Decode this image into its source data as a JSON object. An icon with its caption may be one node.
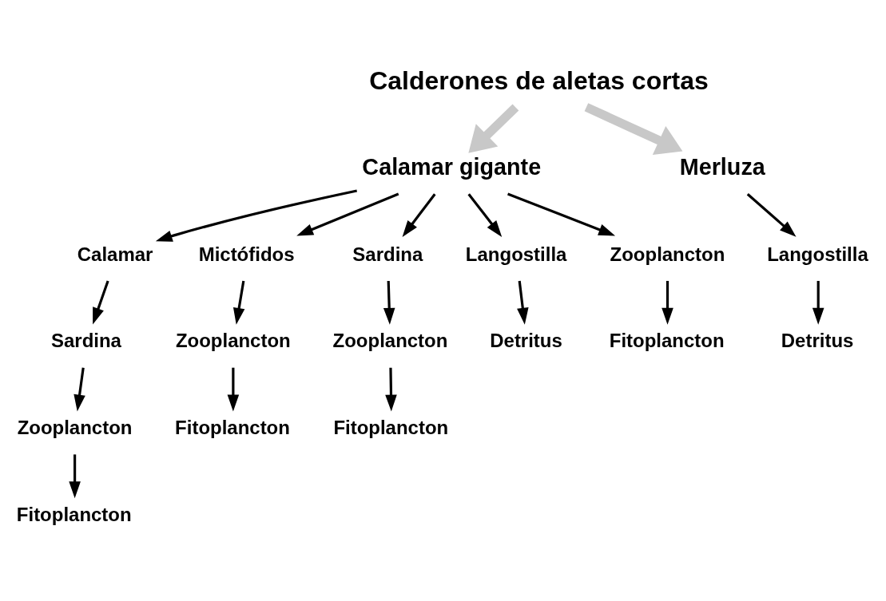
{
  "diagram": {
    "nodes": [
      {
        "text": [
          "Calderones de aletas cortas"
        ]
      },
      {
        "text": [
          "Calamar gigante"
        ]
      },
      {
        "text": [
          "Merluza"
        ]
      },
      {
        "text": [
          "Calamar"
        ]
      },
      {
        "text": [
          "Mictófidos"
        ]
      },
      {
        "text": [
          "Sardina"
        ]
      },
      {
        "text": [
          "Langostilla"
        ]
      },
      {
        "text": [
          "Zooplancton"
        ]
      },
      {
        "text": [
          "Langostilla"
        ]
      },
      {
        "text": [
          "Sardina"
        ]
      },
      {
        "text": [
          "Zooplancton"
        ]
      },
      {
        "text": [
          "Zooplancton"
        ]
      },
      {
        "text": [
          "Detritus"
        ]
      },
      {
        "text": [
          "Fitoplancton"
        ]
      },
      {
        "text": [
          "Detritus"
        ]
      },
      {
        "text": [
          "Zooplancton"
        ]
      },
      {
        "text": [
          "Fitoplancton"
        ]
      },
      {
        "text": [
          "Fitoplancton"
        ]
      },
      {
        "text": [
          "Fitoplancton"
        ]
      }
    ],
    "edges": [
      {
        "from": 0,
        "to": 1,
        "arrow": "to",
        "style": "thick",
        "color": "#c8c8c8"
      },
      {
        "from": 0,
        "to": 2,
        "arrow": "to",
        "style": "thick",
        "color": "#c8c8c8"
      },
      {
        "from": 1,
        "to": 3,
        "arrow": "to"
      },
      {
        "from": 1,
        "to": 4,
        "arrow": "to"
      },
      {
        "from": 1,
        "to": 5,
        "arrow": "to"
      },
      {
        "from": 1,
        "to": 6,
        "arrow": "to"
      },
      {
        "from": 1,
        "to": 7,
        "arrow": "to"
      },
      {
        "from": 2,
        "to": 8,
        "arrow": "to"
      },
      {
        "from": 3,
        "to": 9,
        "arrow": "to"
      },
      {
        "from": 9,
        "to": 15,
        "arrow": "to"
      },
      {
        "from": 15,
        "to": 18,
        "arrow": "to"
      },
      {
        "from": 4,
        "to": 10,
        "arrow": "to"
      },
      {
        "from": 10,
        "to": 16,
        "arrow": "to"
      },
      {
        "from": 5,
        "to": 11,
        "arrow": "to"
      },
      {
        "from": 11,
        "to": 17,
        "arrow": "to"
      },
      {
        "from": 6,
        "to": 12,
        "arrow": "to"
      },
      {
        "from": 7,
        "to": 13,
        "arrow": "to"
      },
      {
        "from": 8,
        "to": 14,
        "arrow": "to"
      }
    ]
  }
}
